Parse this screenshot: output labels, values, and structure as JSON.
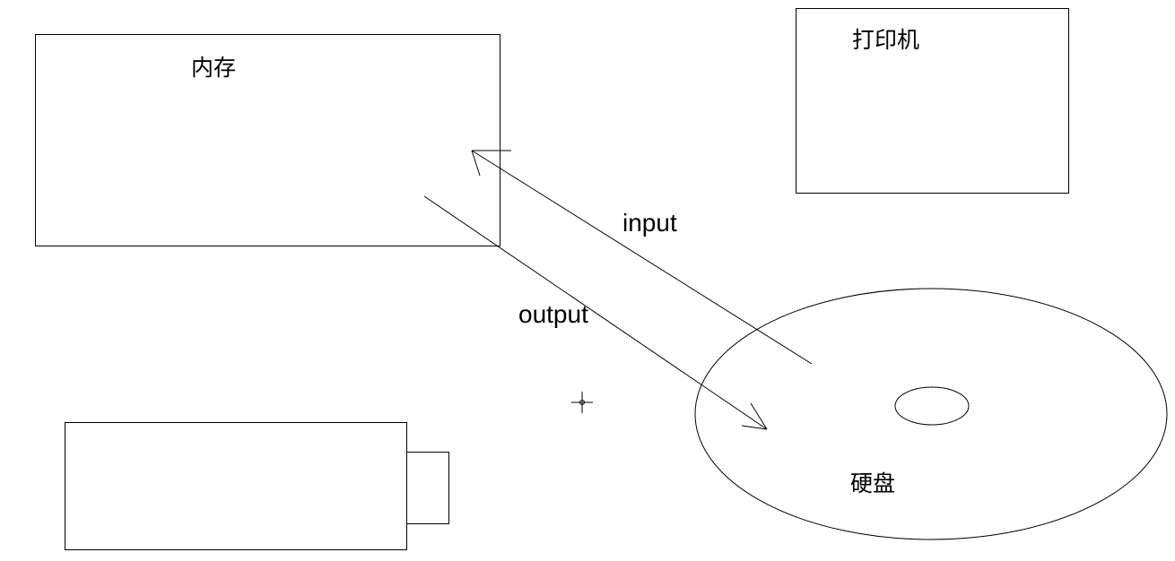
{
  "labels": {
    "memory": "内存",
    "printer": "打印机",
    "input": "input",
    "output": "output",
    "hard_disk": "硬盘"
  },
  "colors": {
    "background": "#ffffff",
    "stroke": "#000000"
  }
}
